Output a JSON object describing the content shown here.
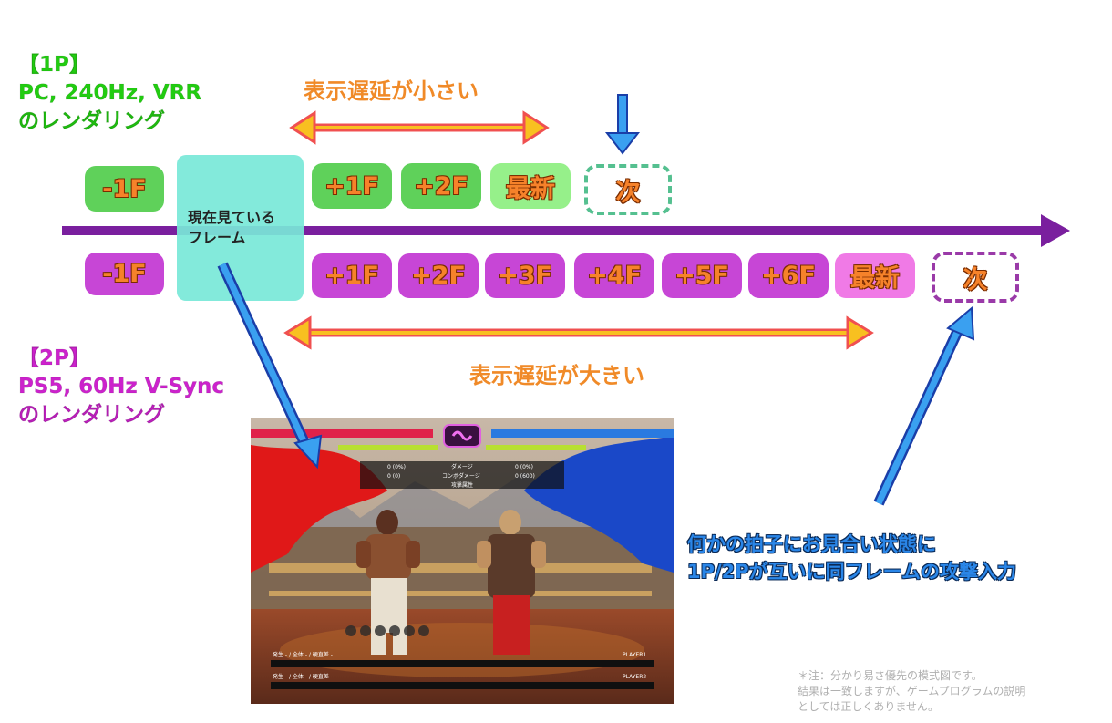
{
  "player1": {
    "tag": "【1P】",
    "spec": "PC, 240Hz, VRR",
    "render": "のレンダリング"
  },
  "player2": {
    "tag": "【2P】",
    "spec": "PS5, 60Hz V-Sync",
    "render": "のレンダリング"
  },
  "labels": {
    "small_delay": "表示遅延が小さい",
    "large_delay": "表示遅延が大きい",
    "current_frame": "現在見ている\nフレーム",
    "caption_line1": "何かの拍子にお見合い状態に",
    "caption_line2": "1P/2Pが互いに同フレームの攻撃入力",
    "note_line1": "＊注：分かり易さ優先の模式図です。",
    "note_line2": "結果は一致しますが、ゲームプログラムの説明",
    "note_line3": "としては正しくありません。"
  },
  "row1": {
    "prev": "-1F",
    "frames": [
      "+1F",
      "+2F"
    ],
    "latest": "最新",
    "next": "次"
  },
  "row2": {
    "prev": "-1F",
    "frames": [
      "+1F",
      "+2F",
      "+3F",
      "+4F",
      "+5F",
      "+6F"
    ],
    "latest": "最新",
    "next": "次"
  },
  "game_hud": {
    "damage_label": "ダメージ",
    "combo_damage_label": "コンボダメージ",
    "attack_attr_label": "攻撃属性",
    "p1_damage": "0 (0%)",
    "p1_combo": "0 (0)",
    "p2_damage": "0 (0%)",
    "p2_combo": "0 (600)",
    "p1_row": "PLAYER1",
    "p2_row": "PLAYER2",
    "frame_label": "発生 - / 全体 - / 硬直差 -"
  },
  "colors": {
    "green_box": "#5fd15a",
    "green_latest": "#96f08a",
    "magenta_box": "#c746d6",
    "magenta_latest": "#f07ae6",
    "timeline": "#7a1f9e",
    "current_frame": "#78e8d8",
    "caption": "#2a86e8",
    "orange": "#f08a28"
  }
}
